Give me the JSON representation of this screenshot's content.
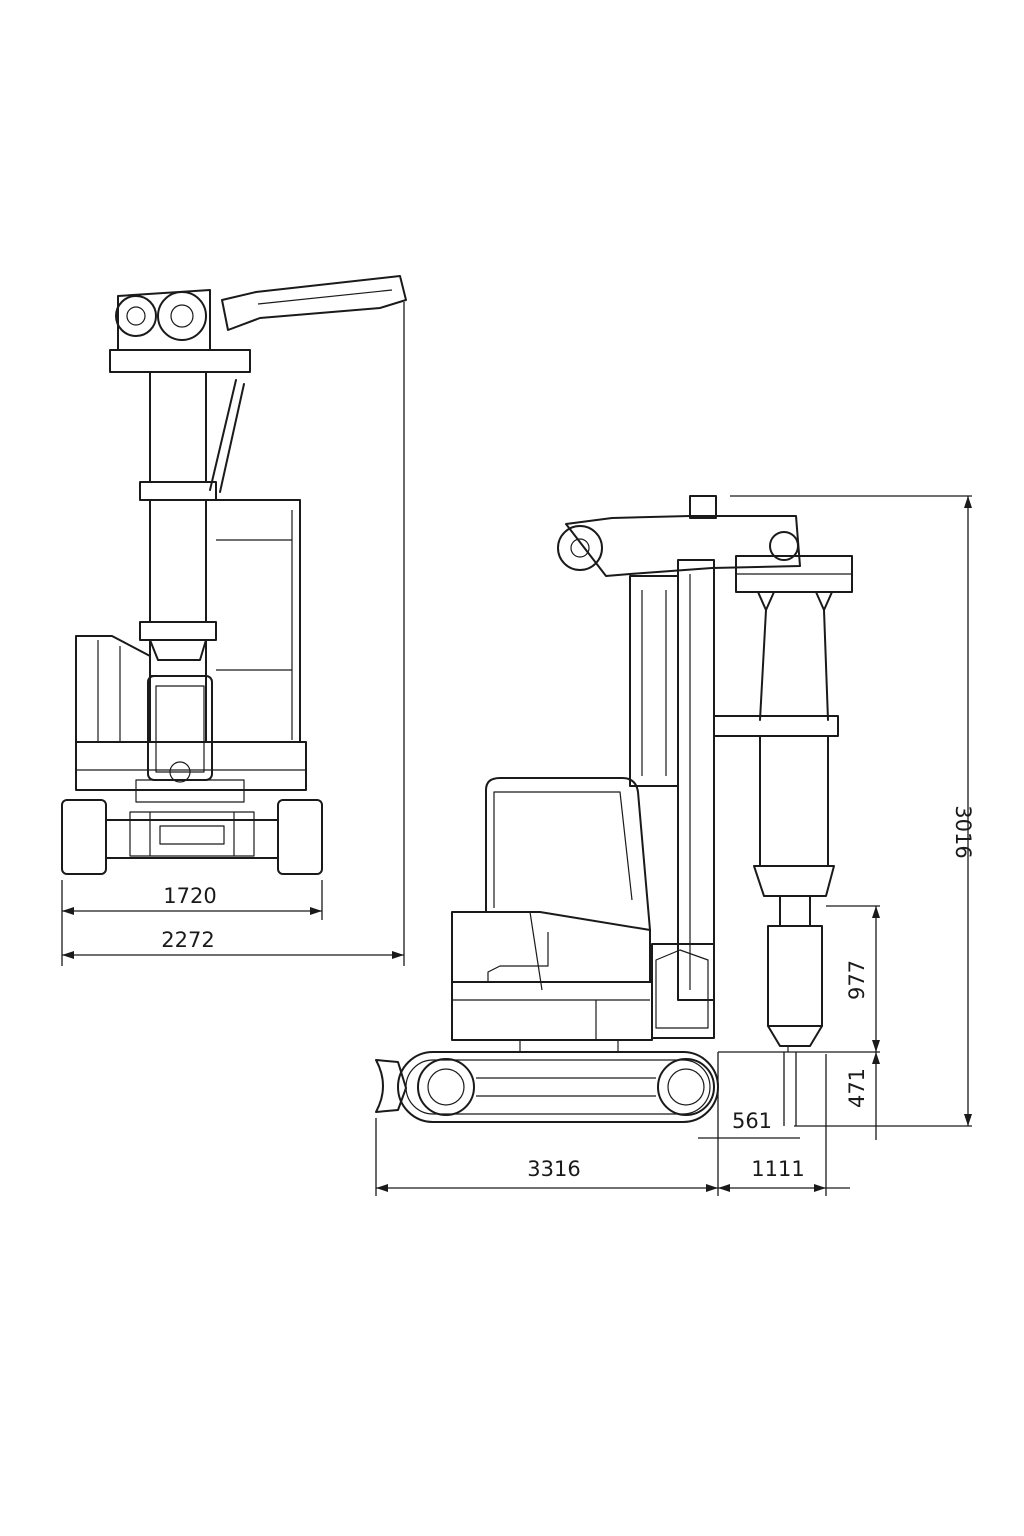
{
  "dimensions": {
    "front_wheel_track": "1720",
    "front_overall_width": "2272",
    "side_track_length": "3316",
    "side_front_overhang": "1111",
    "side_ground_offset": "561",
    "side_lower_height": "471",
    "side_upper_height": "977",
    "side_total_height": "3016"
  },
  "colors": {
    "line": "#1a1a1a",
    "background": "#ffffff"
  }
}
